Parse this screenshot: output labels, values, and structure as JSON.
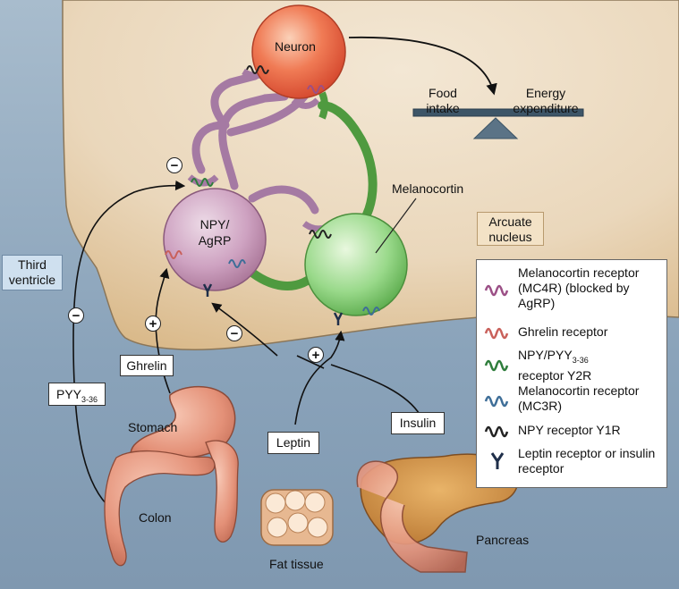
{
  "labels": {
    "neuron": "Neuron",
    "food_intake": "Food intake",
    "energy_expenditure": "Energy expenditure",
    "melanocortin": "Melanocortin",
    "npy_agrp_line1": "NPY/",
    "npy_agrp_line2": "AgRP",
    "arcuate_nucleus": "Arcuate nucleus",
    "third_ventricle": "Third ventricle",
    "ghrelin": "Ghrelin",
    "pyy_base": "PYY",
    "pyy_sub": "3-36",
    "stomach": "Stomach",
    "colon": "Colon",
    "leptin": "Leptin",
    "fat_tissue": "Fat tissue",
    "insulin": "Insulin",
    "pancreas": "Pancreas"
  },
  "signs": {
    "minus": "−",
    "plus": "+"
  },
  "legend": {
    "items": [
      {
        "text": "Melanocortin receptor (MC4R) (blocked by AgRP)",
        "color": "#9b4f86",
        "icon": "receptor-coil-icon"
      },
      {
        "text": "Ghrelin receptor",
        "color": "#c9605a",
        "icon": "receptor-coil-icon"
      },
      {
        "text_main": "NPY/PYY",
        "text_sub": "3-36",
        "text_rest": "receptor Y2R",
        "color": "#2e7d3b",
        "icon": "receptor-coil-icon"
      },
      {
        "text": "Melanocortin receptor (MC3R)",
        "color": "#3e6e98",
        "icon": "receptor-coil-icon"
      },
      {
        "text": "NPY receptor Y1R",
        "color": "#222222",
        "icon": "receptor-coil-icon"
      },
      {
        "text": "Leptin receptor or insulin receptor",
        "color": "#1f2f4a",
        "icon": "y-receptor-icon"
      }
    ]
  },
  "colors": {
    "brain": "#ecdcc4",
    "background": "#8ea7be",
    "neuron": "#e9583c",
    "npy_cell": "#c79ab8",
    "melanocortin_cell": "#7dc96e",
    "purple_axon": "#a57aa3",
    "green_axon": "#4f9a3f"
  }
}
